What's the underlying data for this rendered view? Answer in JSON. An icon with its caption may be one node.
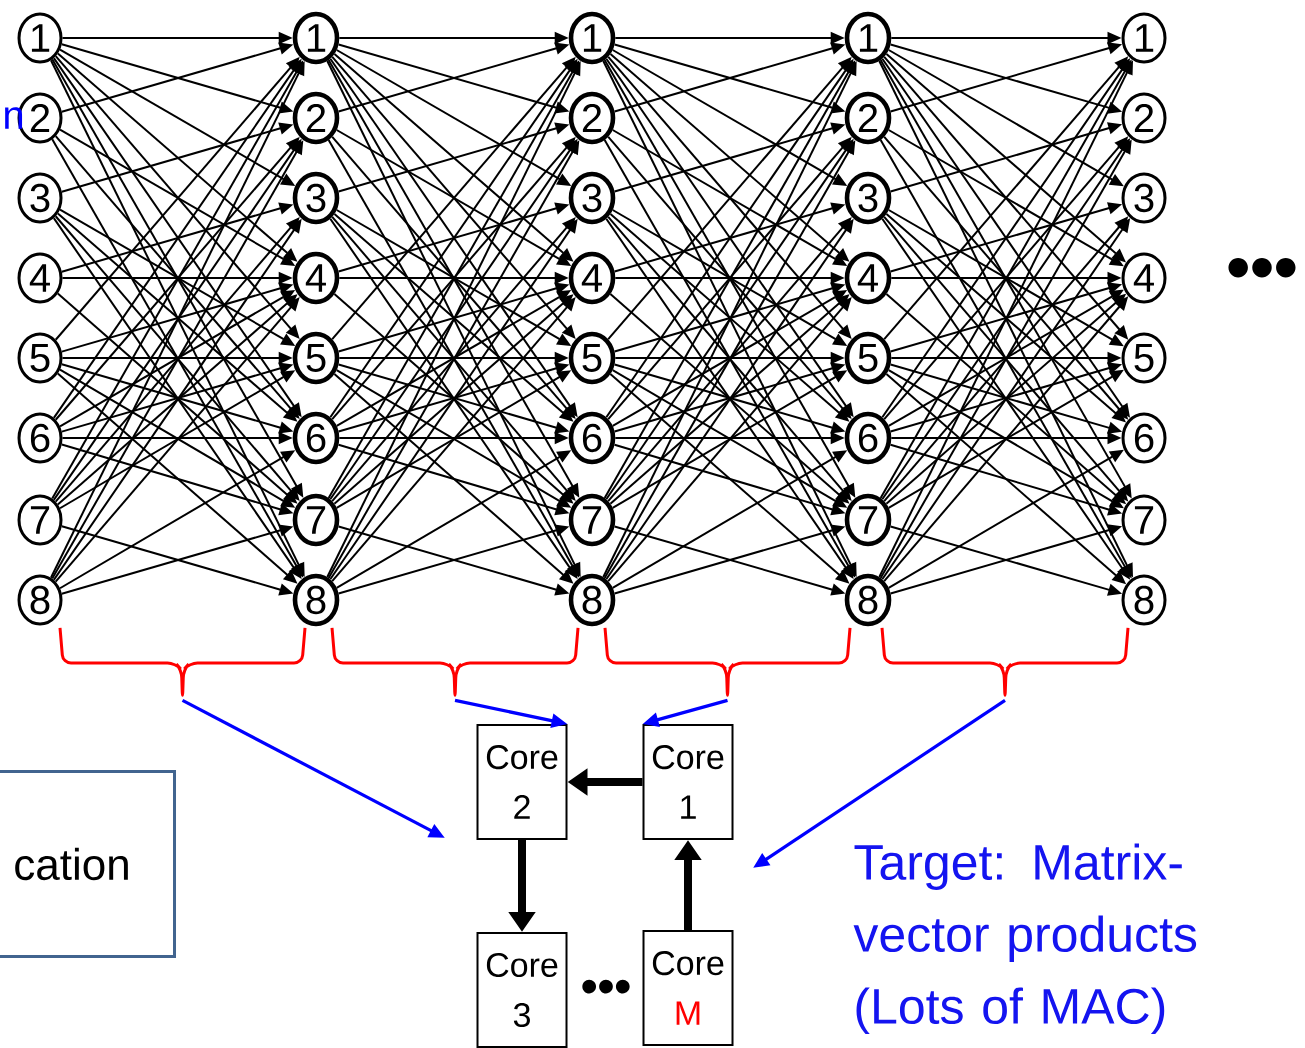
{
  "diagram": {
    "nodes": [
      {
        "text": [
          "1"
        ]
      },
      {
        "text": [
          "2"
        ]
      },
      {
        "text": [
          "3"
        ]
      },
      {
        "text": [
          "4"
        ]
      },
      {
        "text": [
          "5"
        ]
      },
      {
        "text": [
          "6"
        ]
      },
      {
        "text": [
          "7"
        ]
      },
      {
        "text": [
          "8"
        ]
      },
      {
        "text": [
          "1"
        ]
      },
      {
        "text": [
          "2"
        ]
      },
      {
        "text": [
          "3"
        ]
      },
      {
        "text": [
          "4"
        ]
      },
      {
        "text": [
          "5"
        ]
      },
      {
        "text": [
          "6"
        ]
      },
      {
        "text": [
          "7"
        ]
      },
      {
        "text": [
          "8"
        ]
      },
      {
        "text": [
          "1"
        ]
      },
      {
        "text": [
          "2"
        ]
      },
      {
        "text": [
          "3"
        ]
      },
      {
        "text": [
          "4"
        ]
      },
      {
        "text": [
          "5"
        ]
      },
      {
        "text": [
          "6"
        ]
      },
      {
        "text": [
          "7"
        ]
      },
      {
        "text": [
          "8"
        ]
      },
      {
        "text": [
          "1"
        ]
      },
      {
        "text": [
          "2"
        ]
      },
      {
        "text": [
          "3"
        ]
      },
      {
        "text": [
          "4"
        ]
      },
      {
        "text": [
          "5"
        ]
      },
      {
        "text": [
          "6"
        ]
      },
      {
        "text": [
          "7"
        ]
      },
      {
        "text": [
          "8"
        ]
      },
      {
        "text": [
          "1"
        ]
      },
      {
        "text": [
          "2"
        ]
      },
      {
        "text": [
          "3"
        ]
      },
      {
        "text": [
          "4"
        ]
      },
      {
        "text": [
          "5"
        ]
      },
      {
        "text": [
          "6"
        ]
      },
      {
        "text": [
          "7"
        ]
      },
      {
        "text": [
          "8"
        ]
      },
      {
        "text": [],
        "shape": "brace"
      },
      {
        "text": [],
        "shape": "brace"
      },
      {
        "text": [],
        "shape": "brace"
      },
      {
        "text": [],
        "shape": "brace"
      },
      {
        "text": [
          "cation"
        ]
      },
      {
        "text": [
          "Core",
          "2"
        ]
      },
      {
        "text": [
          "Core",
          "1"
        ]
      },
      {
        "text": [
          "Core",
          "3"
        ]
      },
      {
        "text": [
          "Core",
          "M"
        ]
      }
    ],
    "edges": [
      {
        "from": 0,
        "to": 8,
        "arrow": "to"
      },
      {
        "from": 0,
        "to": 9,
        "arrow": "to"
      },
      {
        "from": 0,
        "to": 10,
        "arrow": "to"
      },
      {
        "from": 0,
        "to": 11,
        "arrow": "to"
      },
      {
        "from": 0,
        "to": 12,
        "arrow": "to"
      },
      {
        "from": 0,
        "to": 13,
        "arrow": "to"
      },
      {
        "from": 0,
        "to": 14,
        "arrow": "to"
      },
      {
        "from": 0,
        "to": 15,
        "arrow": "to"
      },
      {
        "from": 1,
        "to": 8,
        "arrow": "to"
      },
      {
        "from": 1,
        "to": 11,
        "arrow": "to"
      },
      {
        "from": 1,
        "to": 13,
        "arrow": "to"
      },
      {
        "from": 1,
        "to": 15,
        "arrow": "to"
      },
      {
        "from": 2,
        "to": 9,
        "arrow": "to"
      },
      {
        "from": 2,
        "to": 12,
        "arrow": "to"
      },
      {
        "from": 2,
        "to": 13,
        "arrow": "to"
      },
      {
        "from": 2,
        "to": 14,
        "arrow": "to"
      },
      {
        "from": 2,
        "to": 15,
        "arrow": "to"
      },
      {
        "from": 3,
        "to": 10,
        "arrow": "to"
      },
      {
        "from": 3,
        "to": 11,
        "arrow": "to"
      },
      {
        "from": 3,
        "to": 14,
        "arrow": "to"
      },
      {
        "from": 4,
        "to": 8,
        "arrow": "to"
      },
      {
        "from": 4,
        "to": 11,
        "arrow": "to"
      },
      {
        "from": 4,
        "to": 12,
        "arrow": "to"
      },
      {
        "from": 4,
        "to": 13,
        "arrow": "to"
      },
      {
        "from": 4,
        "to": 14,
        "arrow": "to"
      },
      {
        "from": 4,
        "to": 15,
        "arrow": "to"
      },
      {
        "from": 5,
        "to": 8,
        "arrow": "to"
      },
      {
        "from": 5,
        "to": 9,
        "arrow": "to"
      },
      {
        "from": 5,
        "to": 11,
        "arrow": "to"
      },
      {
        "from": 5,
        "to": 12,
        "arrow": "to"
      },
      {
        "from": 5,
        "to": 13,
        "arrow": "to"
      },
      {
        "from": 5,
        "to": 14,
        "arrow": "to"
      },
      {
        "from": 6,
        "to": 8,
        "arrow": "to"
      },
      {
        "from": 6,
        "to": 9,
        "arrow": "to"
      },
      {
        "from": 6,
        "to": 10,
        "arrow": "to"
      },
      {
        "from": 6,
        "to": 11,
        "arrow": "to"
      },
      {
        "from": 6,
        "to": 12,
        "arrow": "to"
      },
      {
        "from": 6,
        "to": 15,
        "arrow": "to"
      },
      {
        "from": 7,
        "to": 8,
        "arrow": "to"
      },
      {
        "from": 7,
        "to": 9,
        "arrow": "to"
      },
      {
        "from": 7,
        "to": 10,
        "arrow": "to"
      },
      {
        "from": 7,
        "to": 11,
        "arrow": "to"
      },
      {
        "from": 7,
        "to": 13,
        "arrow": "to"
      },
      {
        "from": 7,
        "to": 14,
        "arrow": "to"
      },
      {
        "from": 8,
        "to": 16,
        "arrow": "to"
      },
      {
        "from": 8,
        "to": 17,
        "arrow": "to"
      },
      {
        "from": 8,
        "to": 18,
        "arrow": "to"
      },
      {
        "from": 8,
        "to": 19,
        "arrow": "to"
      },
      {
        "from": 8,
        "to": 20,
        "arrow": "to"
      },
      {
        "from": 8,
        "to": 21,
        "arrow": "to"
      },
      {
        "from": 8,
        "to": 22,
        "arrow": "to"
      },
      {
        "from": 8,
        "to": 23,
        "arrow": "to"
      },
      {
        "from": 9,
        "to": 16,
        "arrow": "to"
      },
      {
        "from": 9,
        "to": 19,
        "arrow": "to"
      },
      {
        "from": 9,
        "to": 21,
        "arrow": "to"
      },
      {
        "from": 9,
        "to": 23,
        "arrow": "to"
      },
      {
        "from": 10,
        "to": 17,
        "arrow": "to"
      },
      {
        "from": 10,
        "to": 20,
        "arrow": "to"
      },
      {
        "from": 10,
        "to": 21,
        "arrow": "to"
      },
      {
        "from": 10,
        "to": 22,
        "arrow": "to"
      },
      {
        "from": 10,
        "to": 23,
        "arrow": "to"
      },
      {
        "from": 11,
        "to": 18,
        "arrow": "to"
      },
      {
        "from": 11,
        "to": 19,
        "arrow": "to"
      },
      {
        "from": 11,
        "to": 22,
        "arrow": "to"
      },
      {
        "from": 12,
        "to": 16,
        "arrow": "to"
      },
      {
        "from": 12,
        "to": 19,
        "arrow": "to"
      },
      {
        "from": 12,
        "to": 20,
        "arrow": "to"
      },
      {
        "from": 12,
        "to": 21,
        "arrow": "to"
      },
      {
        "from": 12,
        "to": 22,
        "arrow": "to"
      },
      {
        "from": 12,
        "to": 23,
        "arrow": "to"
      },
      {
        "from": 13,
        "to": 16,
        "arrow": "to"
      },
      {
        "from": 13,
        "to": 17,
        "arrow": "to"
      },
      {
        "from": 13,
        "to": 19,
        "arrow": "to"
      },
      {
        "from": 13,
        "to": 20,
        "arrow": "to"
      },
      {
        "from": 13,
        "to": 21,
        "arrow": "to"
      },
      {
        "from": 13,
        "to": 22,
        "arrow": "to"
      },
      {
        "from": 14,
        "to": 16,
        "arrow": "to"
      },
      {
        "from": 14,
        "to": 17,
        "arrow": "to"
      },
      {
        "from": 14,
        "to": 18,
        "arrow": "to"
      },
      {
        "from": 14,
        "to": 19,
        "arrow": "to"
      },
      {
        "from": 14,
        "to": 20,
        "arrow": "to"
      },
      {
        "from": 14,
        "to": 23,
        "arrow": "to"
      },
      {
        "from": 15,
        "to": 16,
        "arrow": "to"
      },
      {
        "from": 15,
        "to": 17,
        "arrow": "to"
      },
      {
        "from": 15,
        "to": 18,
        "arrow": "to"
      },
      {
        "from": 15,
        "to": 19,
        "arrow": "to"
      },
      {
        "from": 15,
        "to": 21,
        "arrow": "to"
      },
      {
        "from": 15,
        "to": 22,
        "arrow": "to"
      },
      {
        "from": 16,
        "to": 24,
        "arrow": "to"
      },
      {
        "from": 16,
        "to": 25,
        "arrow": "to"
      },
      {
        "from": 16,
        "to": 26,
        "arrow": "to"
      },
      {
        "from": 16,
        "to": 27,
        "arrow": "to"
      },
      {
        "from": 16,
        "to": 28,
        "arrow": "to"
      },
      {
        "from": 16,
        "to": 29,
        "arrow": "to"
      },
      {
        "from": 16,
        "to": 30,
        "arrow": "to"
      },
      {
        "from": 16,
        "to": 31,
        "arrow": "to"
      },
      {
        "from": 17,
        "to": 24,
        "arrow": "to"
      },
      {
        "from": 17,
        "to": 27,
        "arrow": "to"
      },
      {
        "from": 17,
        "to": 29,
        "arrow": "to"
      },
      {
        "from": 17,
        "to": 31,
        "arrow": "to"
      },
      {
        "from": 18,
        "to": 25,
        "arrow": "to"
      },
      {
        "from": 18,
        "to": 28,
        "arrow": "to"
      },
      {
        "from": 18,
        "to": 29,
        "arrow": "to"
      },
      {
        "from": 18,
        "to": 30,
        "arrow": "to"
      },
      {
        "from": 18,
        "to": 31,
        "arrow": "to"
      },
      {
        "from": 19,
        "to": 26,
        "arrow": "to"
      },
      {
        "from": 19,
        "to": 27,
        "arrow": "to"
      },
      {
        "from": 19,
        "to": 30,
        "arrow": "to"
      },
      {
        "from": 20,
        "to": 24,
        "arrow": "to"
      },
      {
        "from": 20,
        "to": 27,
        "arrow": "to"
      },
      {
        "from": 20,
        "to": 28,
        "arrow": "to"
      },
      {
        "from": 20,
        "to": 29,
        "arrow": "to"
      },
      {
        "from": 20,
        "to": 30,
        "arrow": "to"
      },
      {
        "from": 20,
        "to": 31,
        "arrow": "to"
      },
      {
        "from": 21,
        "to": 24,
        "arrow": "to"
      },
      {
        "from": 21,
        "to": 25,
        "arrow": "to"
      },
      {
        "from": 21,
        "to": 27,
        "arrow": "to"
      },
      {
        "from": 21,
        "to": 28,
        "arrow": "to"
      },
      {
        "from": 21,
        "to": 29,
        "arrow": "to"
      },
      {
        "from": 21,
        "to": 30,
        "arrow": "to"
      },
      {
        "from": 22,
        "to": 24,
        "arrow": "to"
      },
      {
        "from": 22,
        "to": 25,
        "arrow": "to"
      },
      {
        "from": 22,
        "to": 26,
        "arrow": "to"
      },
      {
        "from": 22,
        "to": 27,
        "arrow": "to"
      },
      {
        "from": 22,
        "to": 28,
        "arrow": "to"
      },
      {
        "from": 22,
        "to": 31,
        "arrow": "to"
      },
      {
        "from": 23,
        "to": 24,
        "arrow": "to"
      },
      {
        "from": 23,
        "to": 25,
        "arrow": "to"
      },
      {
        "from": 23,
        "to": 26,
        "arrow": "to"
      },
      {
        "from": 23,
        "to": 27,
        "arrow": "to"
      },
      {
        "from": 23,
        "to": 29,
        "arrow": "to"
      },
      {
        "from": 23,
        "to": 30,
        "arrow": "to"
      },
      {
        "from": 24,
        "to": 32,
        "arrow": "to"
      },
      {
        "from": 24,
        "to": 33,
        "arrow": "to"
      },
      {
        "from": 24,
        "to": 34,
        "arrow": "to"
      },
      {
        "from": 24,
        "to": 35,
        "arrow": "to"
      },
      {
        "from": 24,
        "to": 36,
        "arrow": "to"
      },
      {
        "from": 24,
        "to": 37,
        "arrow": "to"
      },
      {
        "from": 24,
        "to": 38,
        "arrow": "to"
      },
      {
        "from": 24,
        "to": 39,
        "arrow": "to"
      },
      {
        "from": 25,
        "to": 32,
        "arrow": "to"
      },
      {
        "from": 25,
        "to": 35,
        "arrow": "to"
      },
      {
        "from": 25,
        "to": 37,
        "arrow": "to"
      },
      {
        "from": 25,
        "to": 39,
        "arrow": "to"
      },
      {
        "from": 26,
        "to": 33,
        "arrow": "to"
      },
      {
        "from": 26,
        "to": 36,
        "arrow": "to"
      },
      {
        "from": 26,
        "to": 37,
        "arrow": "to"
      },
      {
        "from": 26,
        "to": 38,
        "arrow": "to"
      },
      {
        "from": 26,
        "to": 39,
        "arrow": "to"
      },
      {
        "from": 27,
        "to": 34,
        "arrow": "to"
      },
      {
        "from": 27,
        "to": 35,
        "arrow": "to"
      },
      {
        "from": 27,
        "to": 38,
        "arrow": "to"
      },
      {
        "from": 28,
        "to": 32,
        "arrow": "to"
      },
      {
        "from": 28,
        "to": 35,
        "arrow": "to"
      },
      {
        "from": 28,
        "to": 36,
        "arrow": "to"
      },
      {
        "from": 28,
        "to": 37,
        "arrow": "to"
      },
      {
        "from": 28,
        "to": 38,
        "arrow": "to"
      },
      {
        "from": 28,
        "to": 39,
        "arrow": "to"
      },
      {
        "from": 29,
        "to": 32,
        "arrow": "to"
      },
      {
        "from": 29,
        "to": 33,
        "arrow": "to"
      },
      {
        "from": 29,
        "to": 35,
        "arrow": "to"
      },
      {
        "from": 29,
        "to": 36,
        "arrow": "to"
      },
      {
        "from": 29,
        "to": 37,
        "arrow": "to"
      },
      {
        "from": 29,
        "to": 38,
        "arrow": "to"
      },
      {
        "from": 30,
        "to": 32,
        "arrow": "to"
      },
      {
        "from": 30,
        "to": 33,
        "arrow": "to"
      },
      {
        "from": 30,
        "to": 34,
        "arrow": "to"
      },
      {
        "from": 30,
        "to": 35,
        "arrow": "to"
      },
      {
        "from": 30,
        "to": 36,
        "arrow": "to"
      },
      {
        "from": 30,
        "to": 39,
        "arrow": "to"
      },
      {
        "from": 31,
        "to": 32,
        "arrow": "to"
      },
      {
        "from": 31,
        "to": 33,
        "arrow": "to"
      },
      {
        "from": 31,
        "to": 34,
        "arrow": "to"
      },
      {
        "from": 31,
        "to": 35,
        "arrow": "to"
      },
      {
        "from": 31,
        "to": 37,
        "arrow": "to"
      },
      {
        "from": 31,
        "to": 38,
        "arrow": "to"
      },
      {
        "from": 40,
        "to": null,
        "arrow": "to",
        "color": "#0000ff"
      },
      {
        "from": 41,
        "to": 45,
        "arrow": "to",
        "color": "#0000ff"
      },
      {
        "from": 42,
        "to": 46,
        "arrow": "to",
        "color": "#0000ff"
      },
      {
        "from": 43,
        "to": null,
        "arrow": "to",
        "color": "#0000ff"
      },
      {
        "from": 46,
        "to": 45,
        "arrow": "to",
        "style": "thick"
      },
      {
        "from": 45,
        "to": 47,
        "arrow": "to",
        "style": "thick"
      },
      {
        "from": 48,
        "to": 46,
        "arrow": "to",
        "style": "thick"
      }
    ],
    "labels": [
      "n",
      "•••",
      "Target: Matrix- vector products (Lots of MAC)",
      "•••"
    ]
  }
}
